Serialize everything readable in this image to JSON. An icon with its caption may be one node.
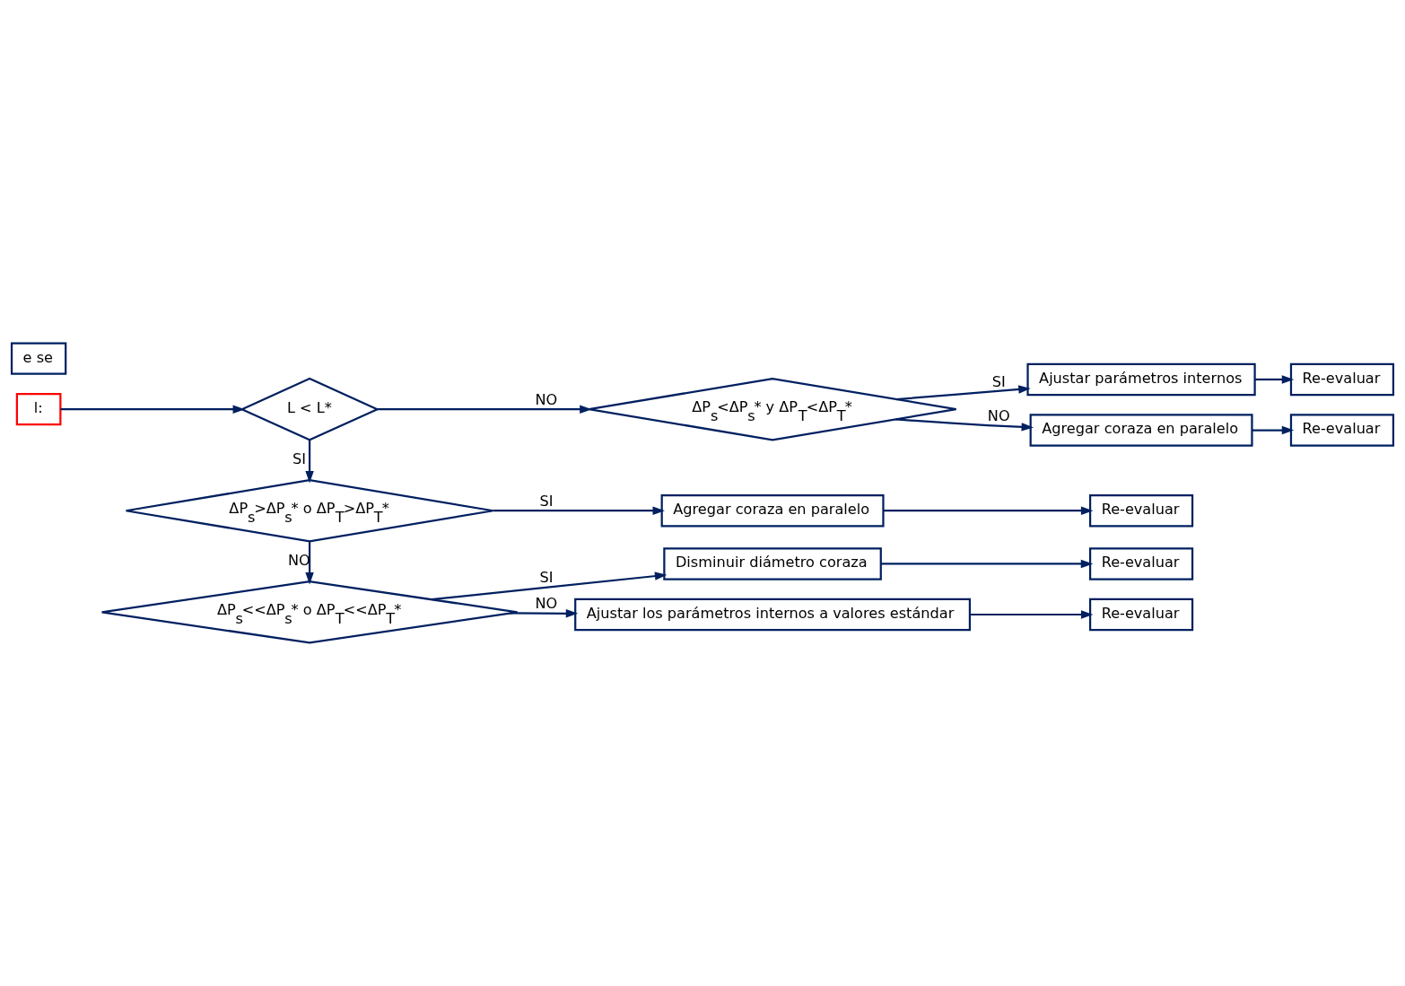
{
  "diagram": {
    "nodes": [
      {
        "text": [
          "l:"
        ]
      },
      {
        "text": [
          "L < L*"
        ]
      },
      {
        "text": [
          "ΔP$_{s}$<ΔP$_{s}$* y ΔP$_{T}$<ΔP$_{T}$*"
        ]
      },
      {
        "text": [
          "Ajustar parámetros internos"
        ]
      },
      {
        "text": [
          "Re-evaluar"
        ]
      },
      {
        "text": [
          "Agregar coraza en paralelo"
        ]
      },
      {
        "text": [
          "Re-evaluar"
        ]
      },
      {
        "text": [
          "ΔP$_{s}$>ΔP$_{s}$* o ΔP$_{T}$>ΔP$_{T}$*"
        ]
      },
      {
        "text": [
          "Agregar coraza en paralelo"
        ]
      },
      {
        "text": [
          "Re-evaluar"
        ]
      },
      {
        "text": [
          "ΔP$_{s}$<<ΔP$_{s}$* o ΔP$_{T}$<<ΔP$_{T}$*"
        ]
      },
      {
        "text": [
          "Disminuir diámetro coraza"
        ]
      },
      {
        "text": [
          "Re-evaluar"
        ]
      },
      {
        "text": [
          "Ajustar los parámetros internos a valores estándar"
        ]
      },
      {
        "text": [
          "Re-evaluar"
        ]
      },
      {
        "text": [
          "e se"
        ]
      }
    ],
    "edges": [
      {
        "from": 0,
        "to": 1,
        "arrow": "to"
      },
      {
        "from": 1,
        "to": 2,
        "arrow": "to",
        "label": "NO"
      },
      {
        "from": 2,
        "to": 3,
        "arrow": "to",
        "label": "SI"
      },
      {
        "from": 3,
        "to": 4,
        "arrow": "to"
      },
      {
        "from": 2,
        "to": 5,
        "arrow": "to",
        "label": "NO"
      },
      {
        "from": 5,
        "to": 6,
        "arrow": "to"
      },
      {
        "from": 1,
        "to": 7,
        "arrow": "to",
        "label": "SI"
      },
      {
        "from": 7,
        "to": 8,
        "arrow": "to",
        "label": "SI"
      },
      {
        "from": 8,
        "to": 9,
        "arrow": "to"
      },
      {
        "from": 7,
        "to": 10,
        "arrow": "to",
        "label": "NO"
      },
      {
        "from": 10,
        "to": 11,
        "arrow": "to",
        "label": "SI"
      },
      {
        "from": 11,
        "to": 12,
        "arrow": "to"
      },
      {
        "from": 10,
        "to": 13,
        "arrow": "to",
        "label": "NO"
      },
      {
        "from": 13,
        "to": 14,
        "arrow": "to"
      }
    ]
  }
}
